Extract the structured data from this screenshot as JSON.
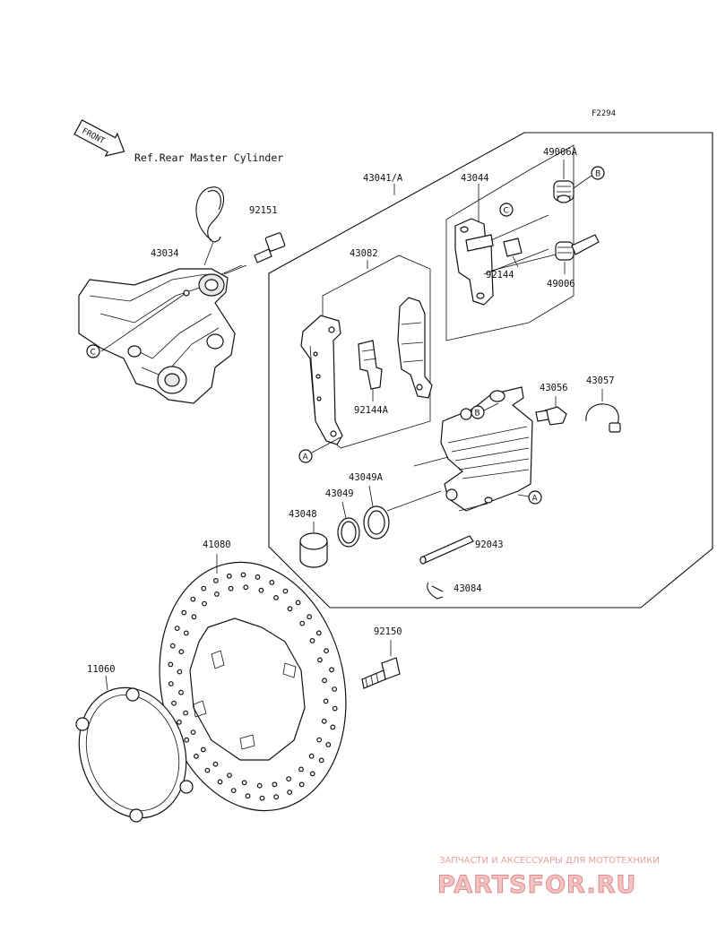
{
  "diagram": {
    "figure_code": "F2294",
    "front_label": "FRONT",
    "reference_text": "Ref.Rear Master Cylinder",
    "part_labels": {
      "p43041A": "43041/A",
      "p43044": "43044",
      "p49006A": "49006A",
      "p92151": "92151",
      "p43034": "43034",
      "p43082": "43082",
      "p92144": "92144",
      "p49006": "49006",
      "p92144A": "92144A",
      "p43056": "43056",
      "p43057": "43057",
      "p43049A": "43049A",
      "p43049": "43049",
      "p43048": "43048",
      "p92043": "92043",
      "p43084": "43084",
      "p41080": "41080",
      "p92150": "92150",
      "p11060": "11060"
    },
    "callouts": {
      "b_top": "B",
      "c_top": "C",
      "c_left": "C",
      "a_pad": "A",
      "b_caliper": "B",
      "a_caliper": "A"
    }
  },
  "watermark": {
    "tagline": "ЗАПЧАСТИ И АКСЕССУАРЫ ДЛЯ МОТОТЕХНИКИ",
    "brand": "PARTSFOR.RU"
  },
  "colors": {
    "line": "#111111",
    "watermark_fill": "#f0c4c4",
    "watermark_stroke": "#e28a8a"
  }
}
